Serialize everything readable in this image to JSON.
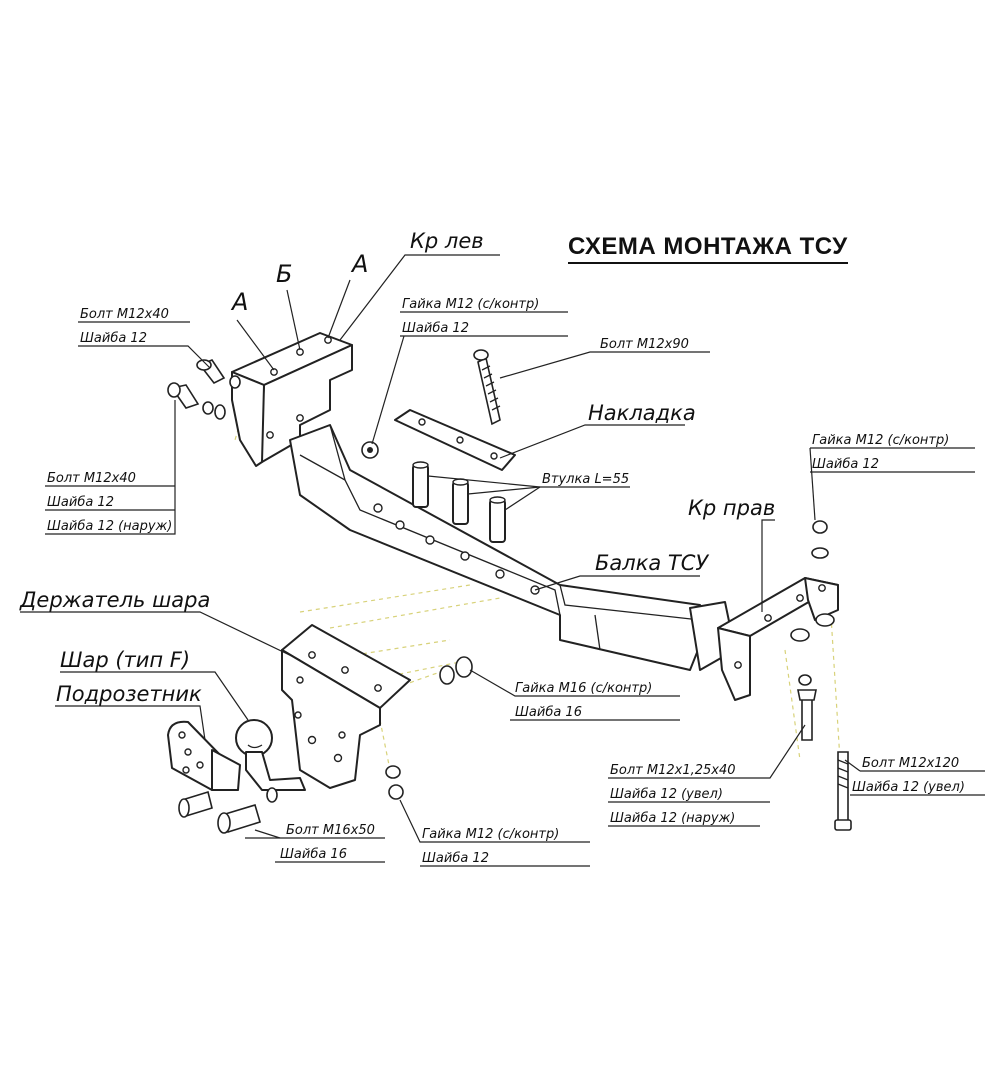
{
  "title": "СХЕМА МОНТАЖА ТСУ",
  "labels": {
    "kr_lev": "Кр лев",
    "a_left": "А",
    "b": "Б",
    "a_right": "А",
    "bolt_m12x40_top": "Болт М12х40",
    "washer_12_top": "Шайба 12",
    "bolt_m12x40_side": "Болт М12х40",
    "washer_12_side": "Шайба 12",
    "washer_12_outer_side": "Шайба 12 (наруж)",
    "nut_m12_kontr_top": "Гайка М12 (с/контр)",
    "washer_12_nut_top": "Шайба 12",
    "bolt_m12x90": "Болт М12х90",
    "nakladka": "Накладка",
    "vtulka": "Втулка L=55",
    "nut_m12_kontr_right": "Гайка М12 (с/контр)",
    "washer_12_right": "Шайба 12",
    "kr_prav": "Кр прав",
    "balka_tsu": "Балка ТСУ",
    "derzhatel_shara": "Держатель шара",
    "shar": "Шар (тип F)",
    "podrozetnik": "Подрозетник",
    "nut_m16_kontr": "Гайка М16 (с/контр)",
    "washer_16_nut": "Шайба 16",
    "bolt_m12x125x40": "Болт М12х1,25х40",
    "washer_12_uvel_a": "Шайба 12 (увел)",
    "washer_12_outer_b": "Шайба 12 (наруж)",
    "bolt_m12x120": "Болт М12х120",
    "washer_12_uvel_c": "Шайба 12 (увел)",
    "bolt_m16x50": "Болт М16х50",
    "washer_16_bolt": "Шайба 16",
    "nut_m12_kontr_bottom": "Гайка М12 (с/контр)",
    "washer_12_bottom": "Шайба 12"
  }
}
